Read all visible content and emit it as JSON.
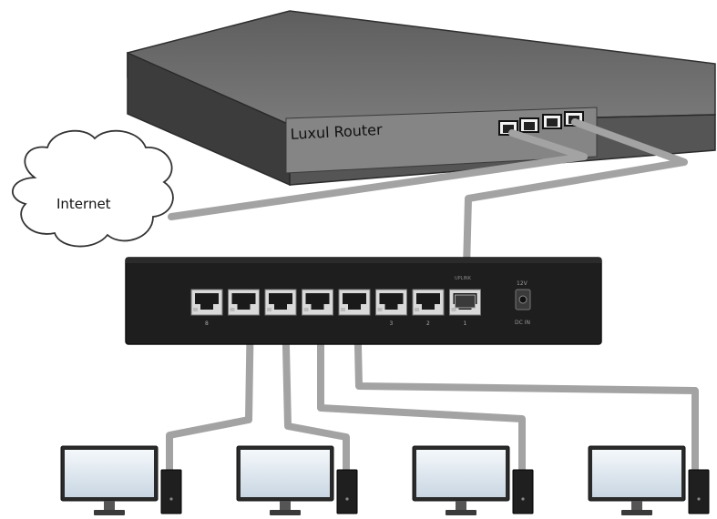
{
  "diagram": {
    "router": {
      "label": "Luxul Router"
    },
    "cloud": {
      "label": "Internet"
    },
    "switch": {
      "port_labels": [
        "8",
        "",
        "",
        "",
        "",
        "3",
        "2",
        "1"
      ],
      "uplink_label": "UPLINK",
      "power_label": "12V",
      "power_label_bottom": "DC IN"
    },
    "computers_count": 4,
    "colors": {
      "router_body": "#4a4a4a",
      "router_top": "#6a6a6a",
      "switch_body": "#1e1e1e",
      "cable": "#a3a3a3",
      "cloud_fill": "#ffffff",
      "monitor_screen": "#dde7f0"
    }
  }
}
